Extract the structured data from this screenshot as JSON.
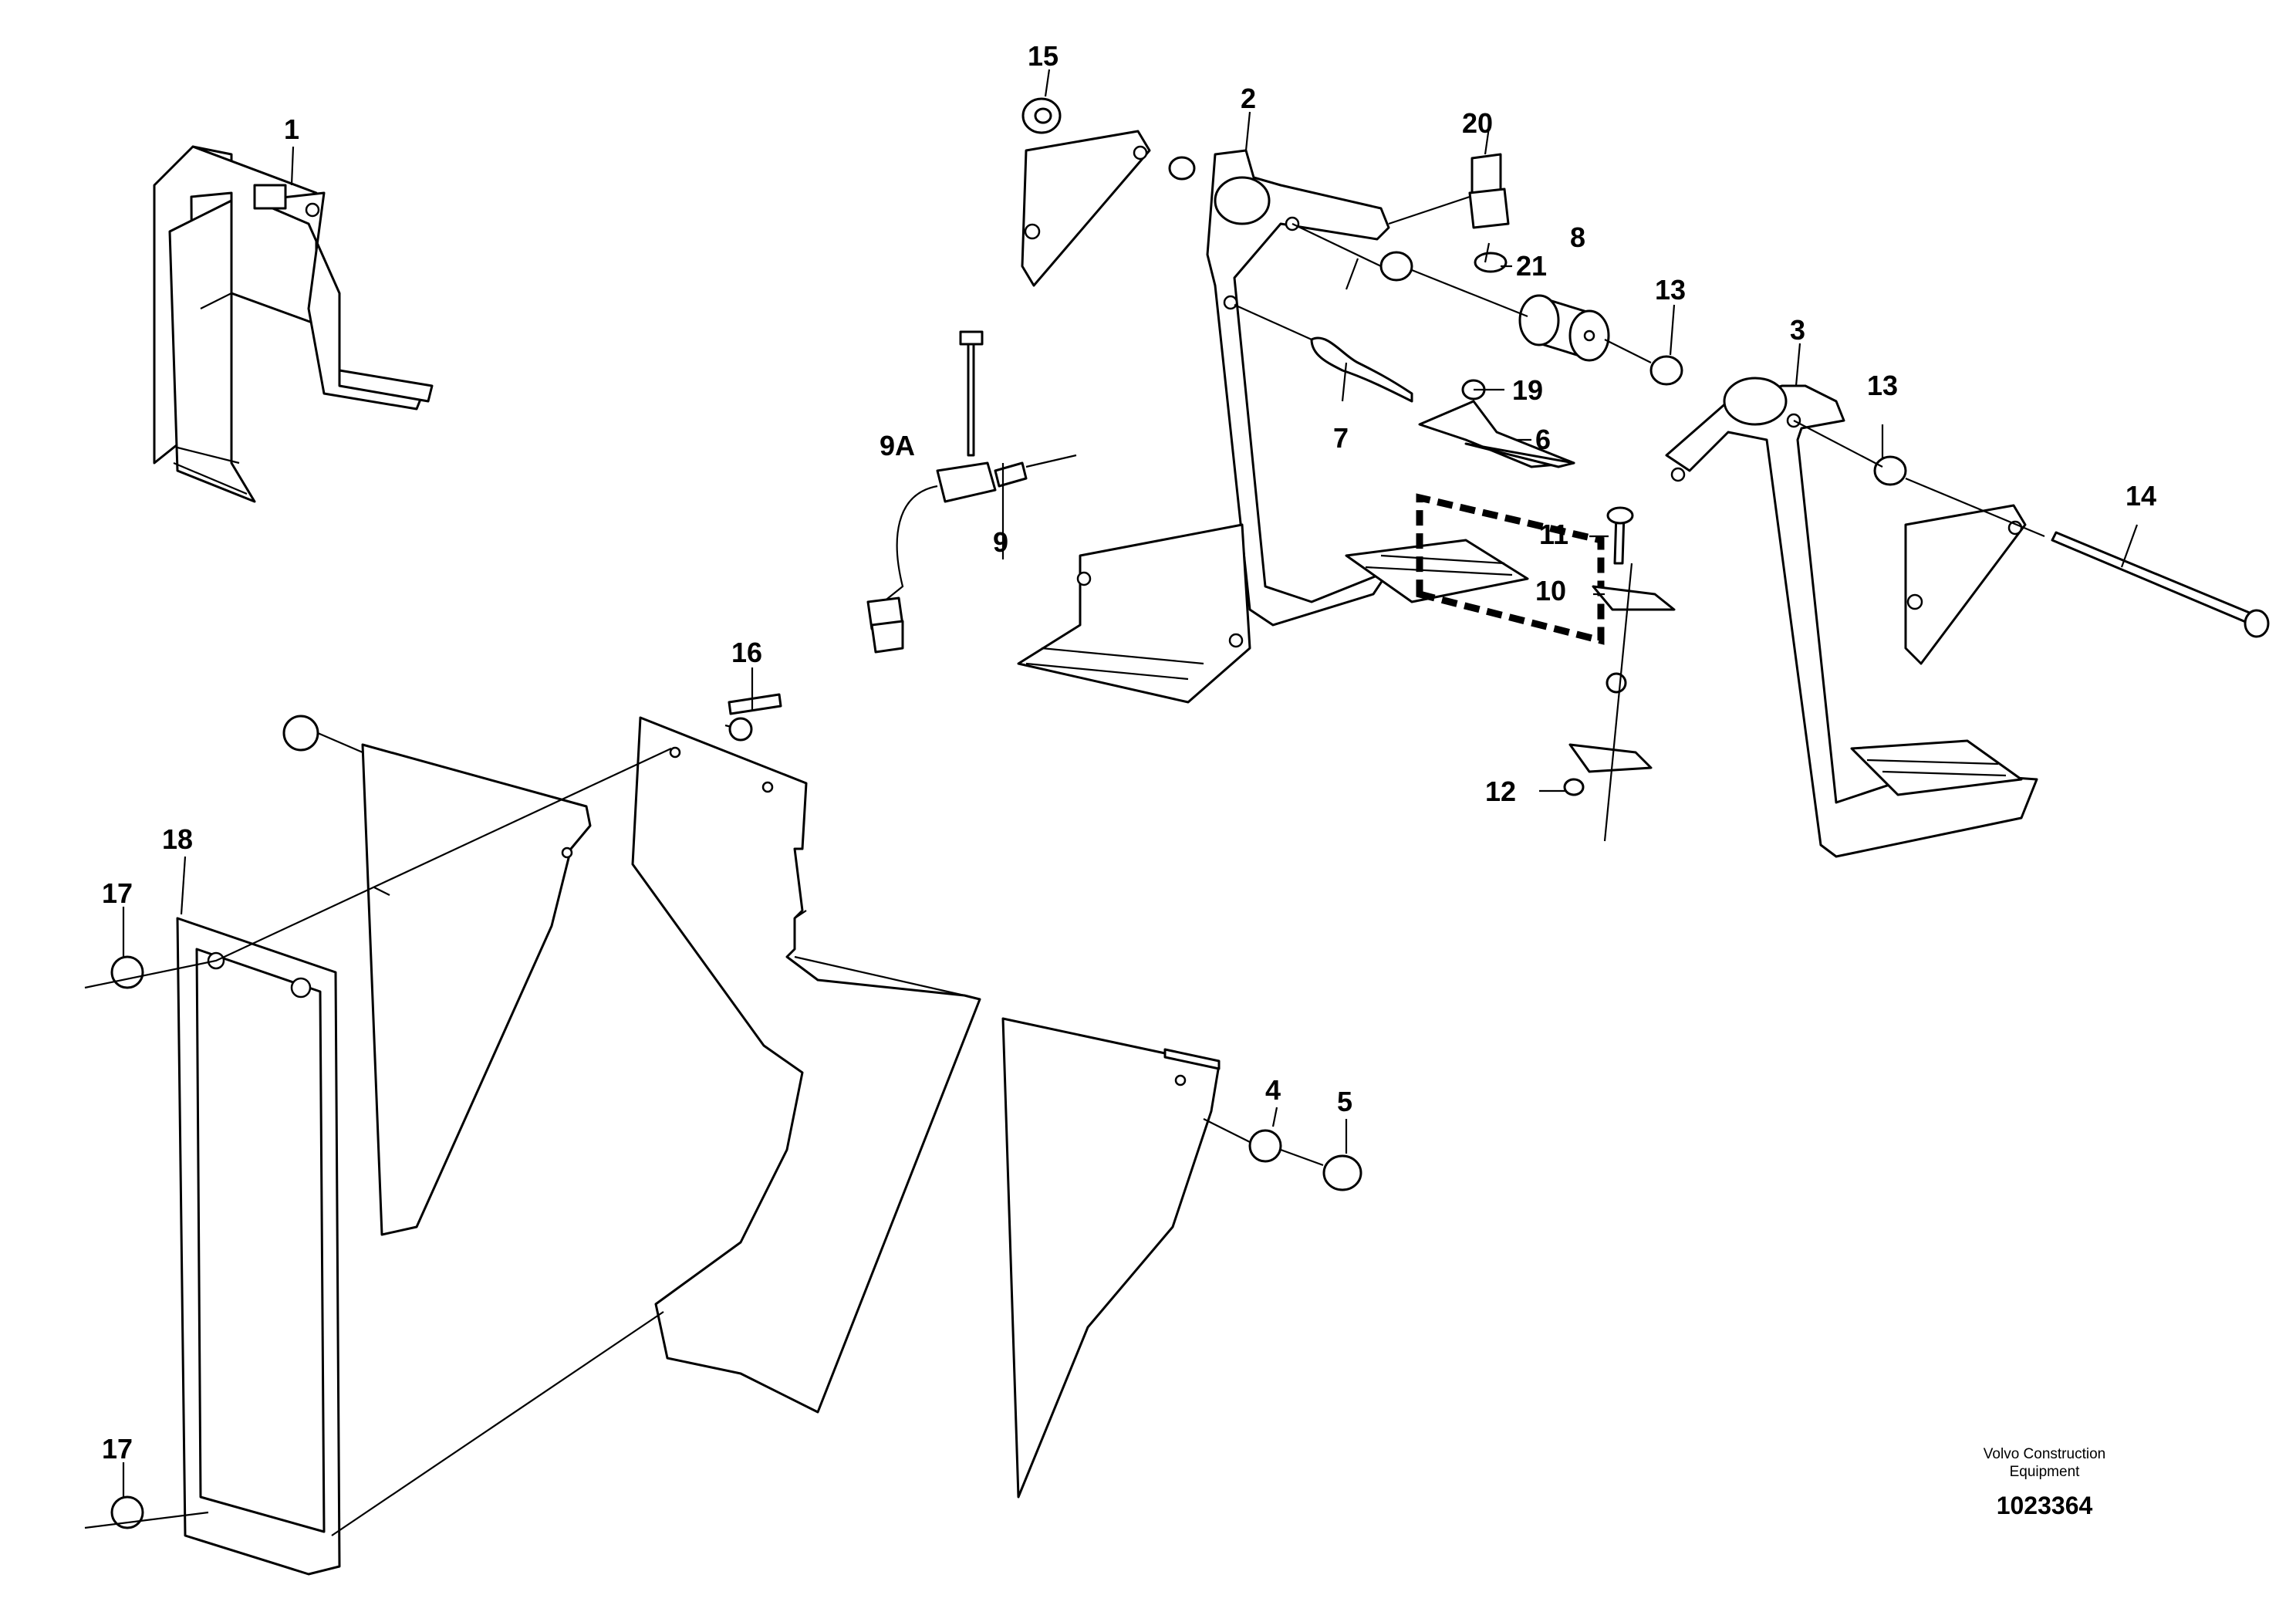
{
  "callouts": [
    {
      "id": "1",
      "text": "1"
    },
    {
      "id": "2",
      "text": "2"
    },
    {
      "id": "3",
      "text": "3"
    },
    {
      "id": "4",
      "text": "4"
    },
    {
      "id": "5",
      "text": "5"
    },
    {
      "id": "6",
      "text": "6"
    },
    {
      "id": "7",
      "text": "7"
    },
    {
      "id": "8",
      "text": "8"
    },
    {
      "id": "9",
      "text": "9"
    },
    {
      "id": "9A",
      "text": "9A"
    },
    {
      "id": "10",
      "text": "10"
    },
    {
      "id": "11",
      "text": "11"
    },
    {
      "id": "12",
      "text": "12"
    },
    {
      "id": "13a",
      "text": "13"
    },
    {
      "id": "13b",
      "text": "13"
    },
    {
      "id": "14",
      "text": "14"
    },
    {
      "id": "15",
      "text": "15"
    },
    {
      "id": "16",
      "text": "16"
    },
    {
      "id": "17a",
      "text": "17"
    },
    {
      "id": "17b",
      "text": "17"
    },
    {
      "id": "18",
      "text": "18"
    },
    {
      "id": "19",
      "text": "19"
    },
    {
      "id": "20",
      "text": "20"
    },
    {
      "id": "21",
      "text": "21"
    }
  ],
  "footer": {
    "brand_line1": "Volvo Construction",
    "brand_line2": "Equipment",
    "doc_number": "1023364"
  }
}
